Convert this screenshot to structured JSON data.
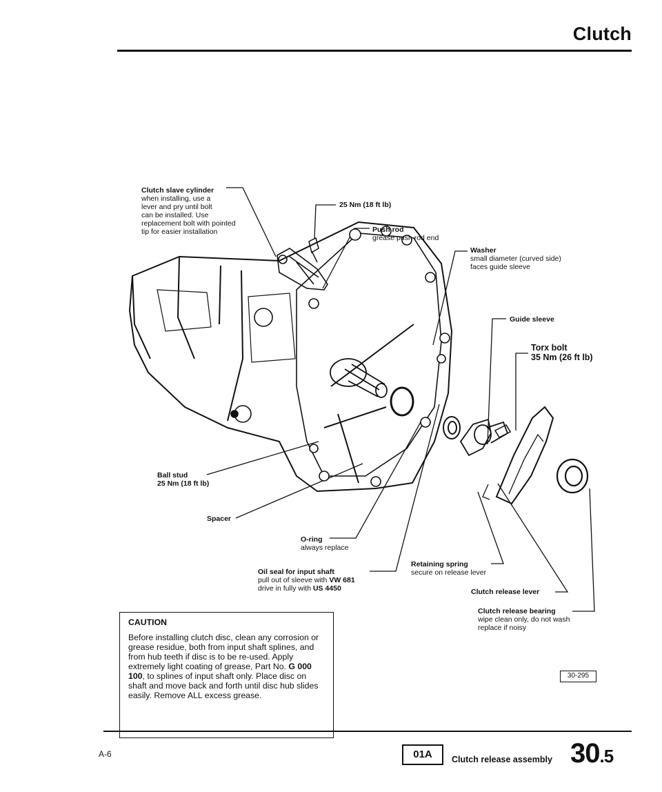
{
  "header": {
    "title": "Clutch"
  },
  "callouts": {
    "slave_cylinder": {
      "label": "Clutch slave cylinder",
      "lines": [
        "when installing, use a",
        "lever and pry until bolt",
        "can be installed. Use",
        "replacement bolt with pointed",
        "tip for easier installation"
      ]
    },
    "torque_top": {
      "label": "25 Nm (18 ft lb)"
    },
    "push_rod": {
      "label": "Push rod",
      "note": "grease push rod end"
    },
    "washer": {
      "label": "Washer",
      "lines": [
        "small diameter (curved side)",
        "faces guide sleeve"
      ]
    },
    "guide_sleeve": {
      "label": "Guide sleeve"
    },
    "torx_bolt": {
      "label": "Torx bolt",
      "torque": "35 Nm (26 ft lb)"
    },
    "ball_stud": {
      "label": "Ball stud",
      "torque": "25 Nm (18 ft lb)"
    },
    "spacer": {
      "label": "Spacer"
    },
    "o_ring": {
      "label": "O-ring",
      "note": "always replace"
    },
    "oil_seal": {
      "label": "Oil seal for input shaft",
      "line1_pre": "pull out of sleeve with ",
      "line1_tool": "VW 681",
      "line2_pre": "drive in fully with ",
      "line2_tool": "US 4450"
    },
    "retaining_spring": {
      "label": "Retaining spring",
      "note": "secure on release lever"
    },
    "release_lever": {
      "label": "Clutch release lever"
    },
    "release_bearing": {
      "label": "Clutch release bearing",
      "lines": [
        "wipe clean only, do not wash",
        "replace if noisy"
      ]
    }
  },
  "caution": {
    "title": "CAUTION",
    "body_pre": "Before installing clutch disc, clean any corrosion or grease residue, both from input shaft splines, and from hub teeth if disc is to be re-used. Apply extremely light coating of grease, Part No. ",
    "part_no": "G 000 100",
    "body_post": ", to splines of input shaft only. Place disc on shaft and move back and forth until disc hub slides easily. Remove ALL excess grease."
  },
  "figure_id": "30-295",
  "footer": {
    "page": "A-6",
    "box_label": "01A",
    "section_title": "Clutch release assembly",
    "section_major": "30",
    "section_minor": ".5"
  }
}
